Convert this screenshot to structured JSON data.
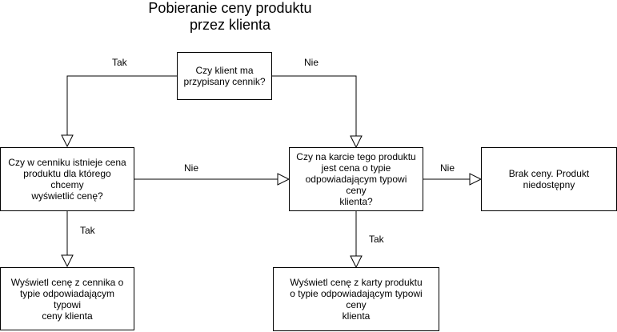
{
  "title": {
    "line1": "Pobieranie ceny produktu",
    "line2": "przez klienta"
  },
  "nodes": {
    "q1": {
      "lines": [
        "Czy klient ma",
        "przypisany cennik?"
      ]
    },
    "q2": {
      "lines": [
        "Czy w cenniku istnieje cena",
        "produktu dla którego chcemy",
        "wyświetlić cenę?"
      ]
    },
    "q3": {
      "lines": [
        "Czy na karcie tego produktu",
        "jest cena o typie",
        "odpowiadającym typowi ceny",
        "klienta?"
      ]
    },
    "r1": {
      "lines": [
        "Brak ceny. Produkt",
        "niedostępny"
      ]
    },
    "r2": {
      "lines": [
        "Wyświetl cenę z cennika o",
        "typie odpowiadającym typowi",
        "ceny klienta"
      ]
    },
    "r3": {
      "lines": [
        "Wyświetl cenę z karty produktu",
        "o typie odpowiadającym typowi ceny",
        "klienta"
      ]
    }
  },
  "edges": {
    "q1_tak": "Tak",
    "q1_nie": "Nie",
    "q2_nie": "Nie",
    "q2_tak": "Tak",
    "q3_nie": "Nie",
    "q3_tak": "Tak"
  }
}
